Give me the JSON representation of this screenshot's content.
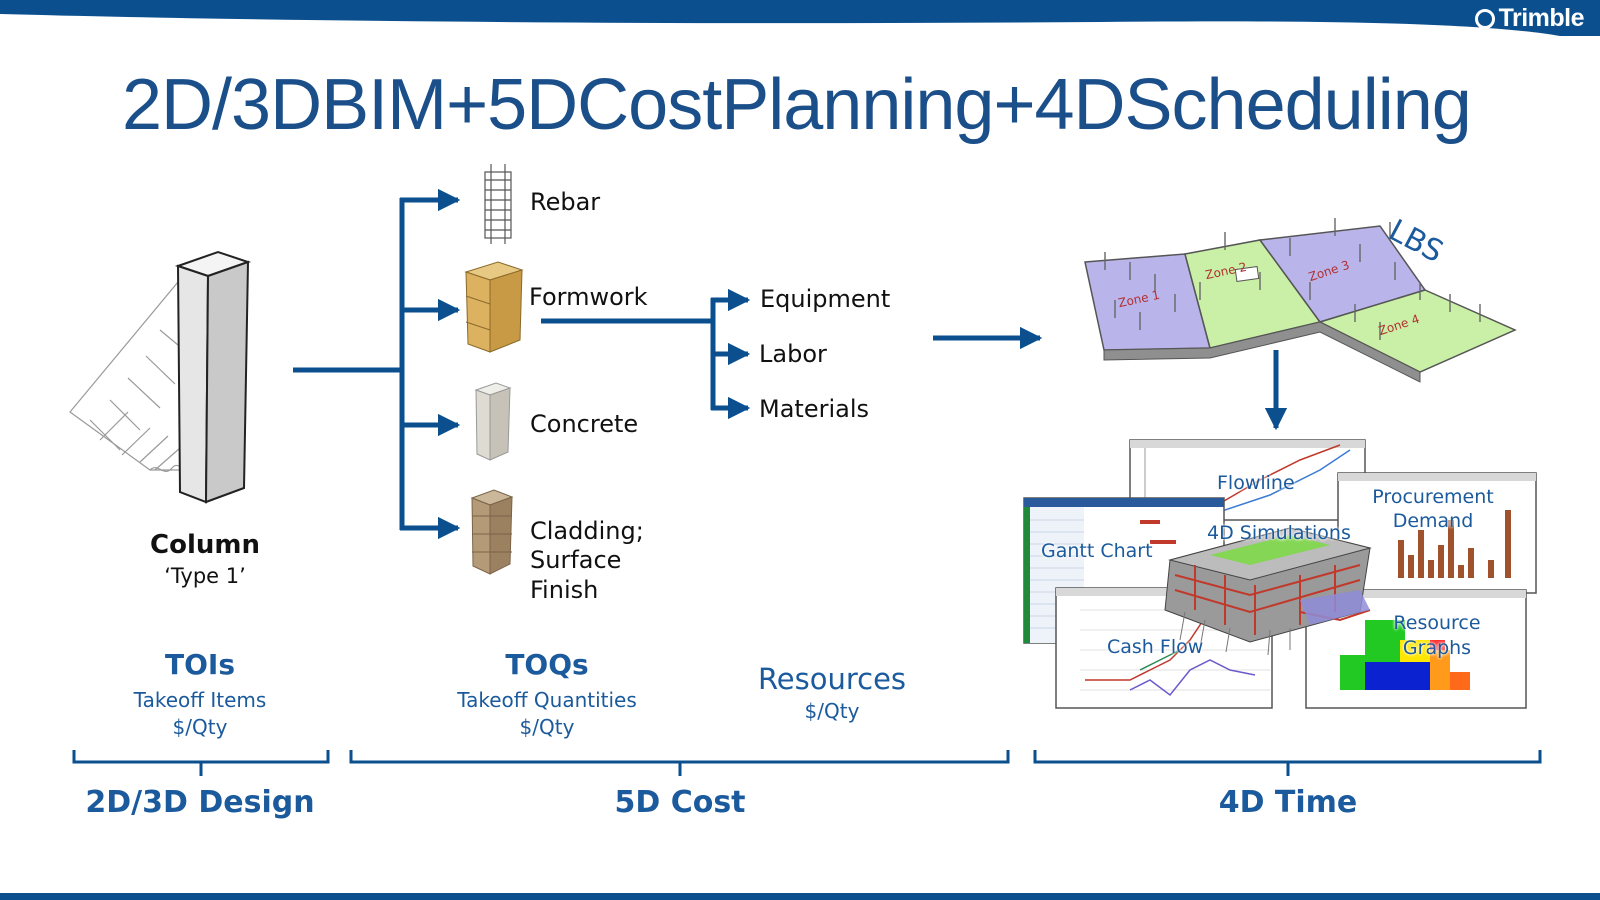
{
  "brand": {
    "logo_text": "Trimble"
  },
  "colors": {
    "accent": "#0b4f8f",
    "title": "#1b4f8a",
    "label_blue": "#1b5a9c"
  },
  "title": "2D/3DBIM+5DCostPlanning+4DScheduling",
  "design": {
    "element_name": "Column",
    "element_type": "‘Type 1’",
    "code": "TOIs",
    "subtitle": "Takeoff Items",
    "unit": "$/Qty",
    "phase": "2D/3D Design"
  },
  "quantities": {
    "items": [
      "Rebar",
      "Formwork",
      "Concrete",
      "Cladding;",
      "Surface",
      "Finish"
    ],
    "code": "TOQs",
    "subtitle": "Takeoff Quantities",
    "unit": "$/Qty"
  },
  "resources": {
    "items": [
      "Equipment",
      "Labor",
      "Materials"
    ],
    "title": "Resources",
    "unit": "$/Qty"
  },
  "cost_phase": "5D Cost",
  "schedule": {
    "lbs_label": "LBS",
    "zones": [
      "Zone 1",
      "Zone 2",
      "Zone 3",
      "Zone 4"
    ],
    "screens": [
      "Flowline",
      "Procurement",
      "Demand",
      "4D Simulations",
      "Gantt Chart",
      "Cash Flow",
      "Resource",
      "Graphs"
    ],
    "phase": "4D Time"
  }
}
